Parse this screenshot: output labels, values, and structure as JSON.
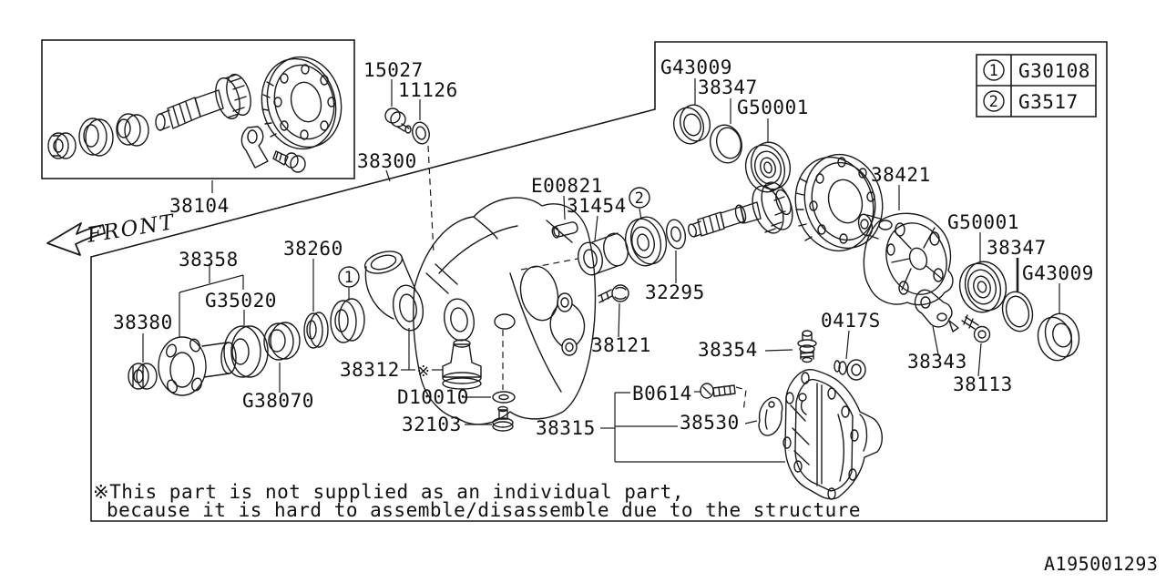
{
  "diagram": {
    "front_label": "FRONT",
    "doc_id": "A195001293",
    "footnote_marker": "※",
    "note": {
      "line1": "※This part is not supplied as an individual part,",
      "line2": "because it is hard to assemble/disassemble due to the structure"
    },
    "legend": {
      "rows": [
        {
          "num": "1",
          "code": "G30108"
        },
        {
          "num": "2",
          "code": "G3517"
        }
      ]
    },
    "callouts": {
      "c1": "1",
      "c2": "2"
    },
    "labels": {
      "p38104": "38104",
      "p15027": "15027",
      "p11126": "11126",
      "p38300": "38300",
      "pG43009_top": "G43009",
      "p38347_top": "38347",
      "pG50001_top": "G50001",
      "p38421": "38421",
      "pE00821": "E00821",
      "p31454": "31454",
      "p32295": "32295",
      "p38358": "38358",
      "pG35020": "G35020",
      "p38380": "38380",
      "p38260": "38260",
      "pG38070": "G38070",
      "p38312": "38312",
      "pD10010": "D10010",
      "p32103": "32103",
      "p38121": "38121",
      "p38315": "38315",
      "pB0614": "B0614",
      "p38530": "38530",
      "p38354": "38354",
      "p0417S": "0417S",
      "p38343": "38343",
      "p38113": "38113",
      "pG50001_right": "G50001",
      "p38347_right": "38347",
      "pG43009_right": "G43009"
    }
  }
}
